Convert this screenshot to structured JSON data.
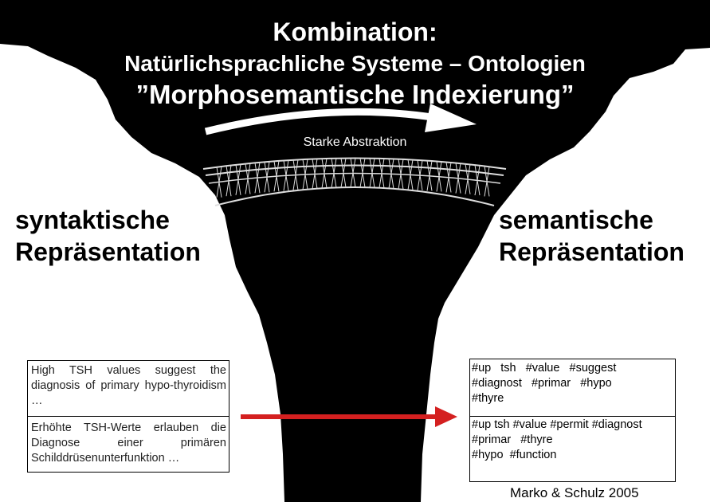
{
  "title": {
    "line1": "Kombination:",
    "line2": "Natürlichsprachliche Systeme – Ontologien",
    "line3": "”Morphosemantische Indexierung”"
  },
  "arrow_label": "Starke Abstraktion",
  "left_heading": {
    "line1": "syntaktische",
    "line2": "Repräsentation"
  },
  "right_heading": {
    "line1": "semantische",
    "line2": "Repräsentation"
  },
  "left_box": {
    "english": "High TSH values suggest the diagnosis of primary hypo-thyroidism …",
    "german": "Erhöhte TSH-Werte erlauben die Diagnose einer primären Schilddrüsenunterfunktion …"
  },
  "right_box": {
    "english_lines": [
      "#up   tsh   #value   #suggest",
      "#diagnost   #primar   #hypo",
      "#thyre"
    ],
    "german_lines": [
      "#up tsh #value #permit #diagnost",
      "#primar   #thyre",
      "#hypo  #function"
    ]
  },
  "credit": "Marko & Schulz 2005",
  "colors": {
    "red_arrow": "#d42020",
    "background_dark": "#000000"
  }
}
